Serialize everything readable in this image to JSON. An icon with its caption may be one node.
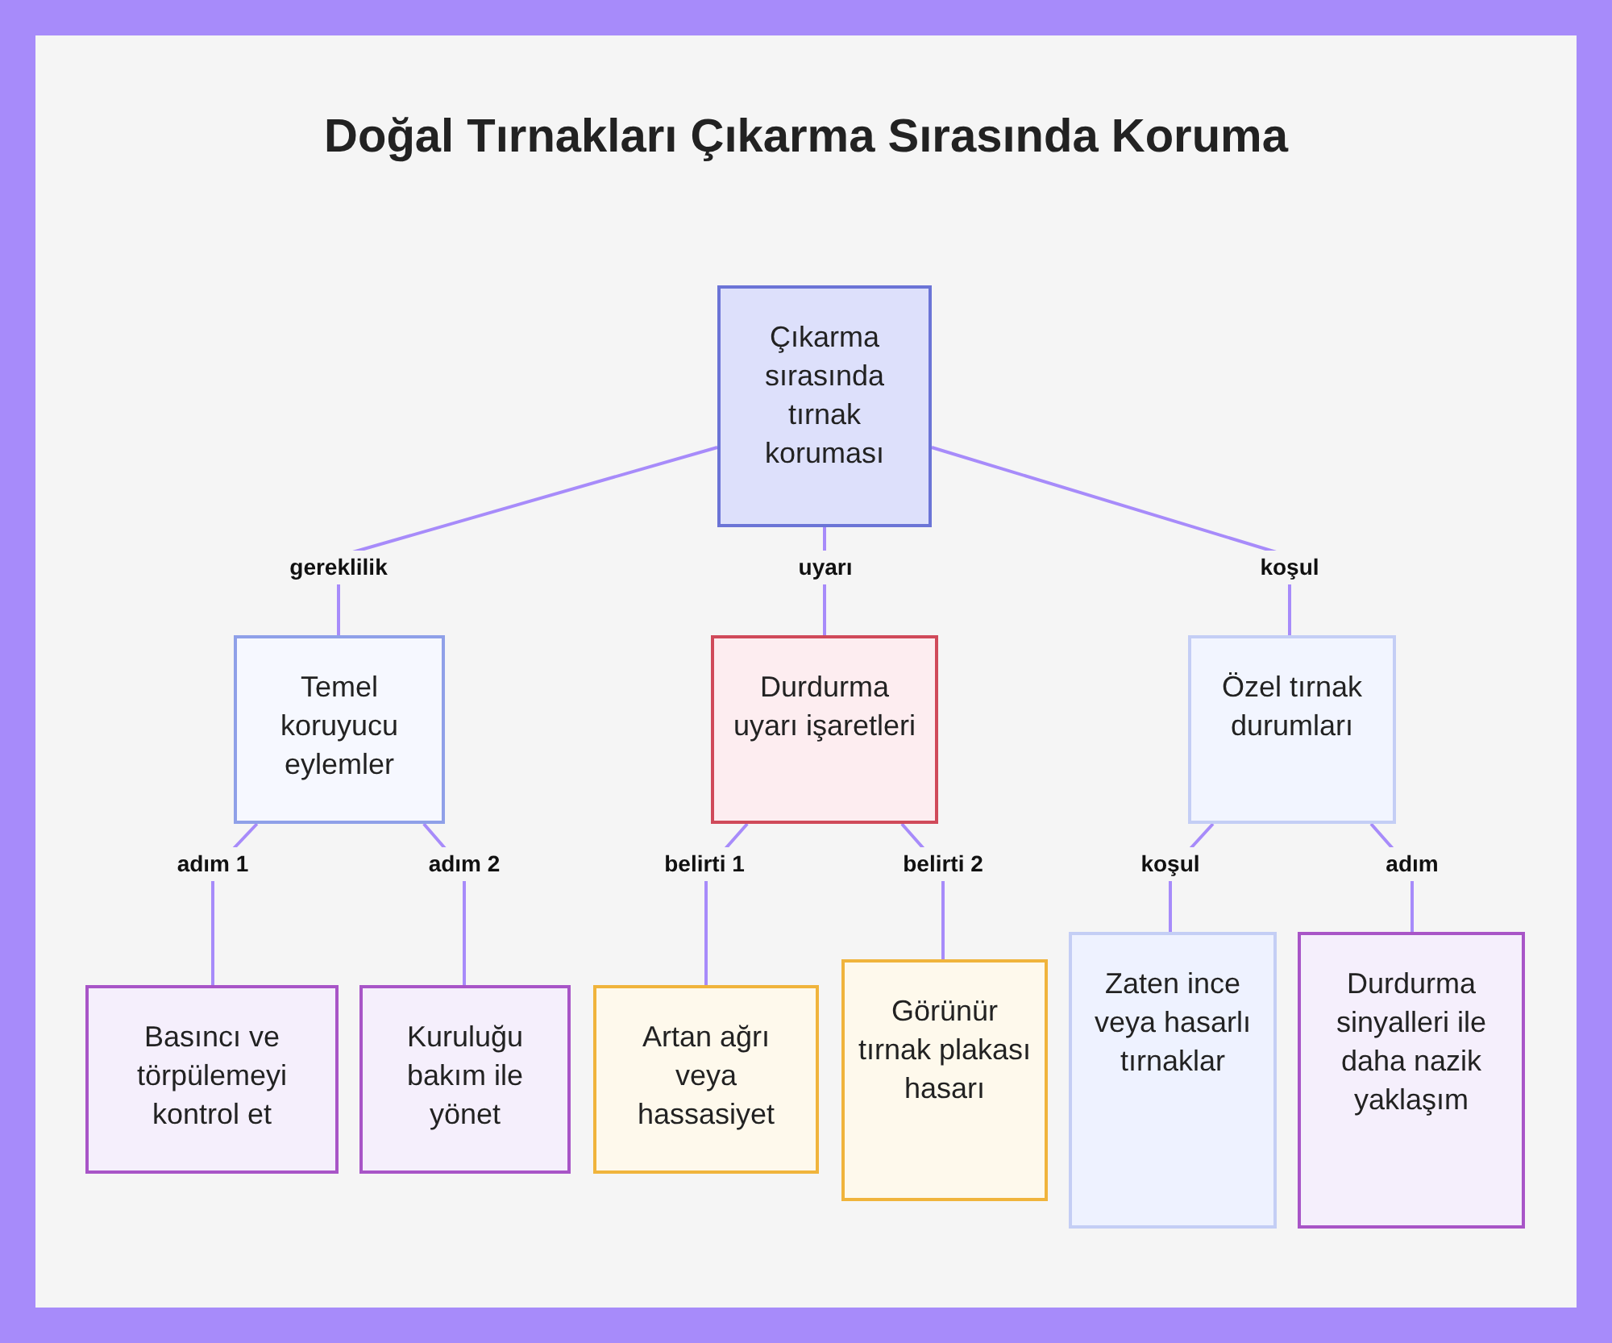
{
  "diagram": {
    "title": "Doğal Tırnakları Çıkarma Sırasında Koruma",
    "nodes": [
      {
        "text": [
          "Çıkarma sırasında tırnak koruması"
        ]
      },
      {
        "text": [
          "Temel koruyucu eylemler"
        ]
      },
      {
        "text": [
          "Durdurma uyarı işaretleri"
        ]
      },
      {
        "text": [
          "Özel tırnak durumları"
        ]
      },
      {
        "text": [
          "Basıncı ve törpülemeyi kontrol et"
        ]
      },
      {
        "text": [
          "Kuruluğu bakım ile yönet"
        ]
      },
      {
        "text": [
          "Artan ağrı veya hassasiyet"
        ]
      },
      {
        "text": [
          "Görünür tırnak plakası hasarı"
        ]
      },
      {
        "text": [
          "Zaten ince veya hasarlı tırnaklar"
        ]
      },
      {
        "text": [
          "Durdurma sinyalleri ile daha nazik yaklaşım"
        ]
      }
    ],
    "edges": [
      {
        "from": 0,
        "to": 1,
        "arrow": "none",
        "label": "gereklilik"
      },
      {
        "from": 0,
        "to": 2,
        "arrow": "none",
        "label": "uyarı"
      },
      {
        "from": 0,
        "to": 3,
        "arrow": "none",
        "label": "koşul"
      },
      {
        "from": 1,
        "to": 4,
        "arrow": "none",
        "label": "adım 1"
      },
      {
        "from": 1,
        "to": 5,
        "arrow": "none",
        "label": "adım 2"
      },
      {
        "from": 2,
        "to": 6,
        "arrow": "none",
        "label": "belirti 1"
      },
      {
        "from": 2,
        "to": 7,
        "arrow": "none",
        "label": "belirti 2"
      },
      {
        "from": 3,
        "to": 8,
        "arrow": "none",
        "label": "koşul"
      },
      {
        "from": 3,
        "to": 9,
        "arrow": "none",
        "label": "adım"
      }
    ]
  }
}
